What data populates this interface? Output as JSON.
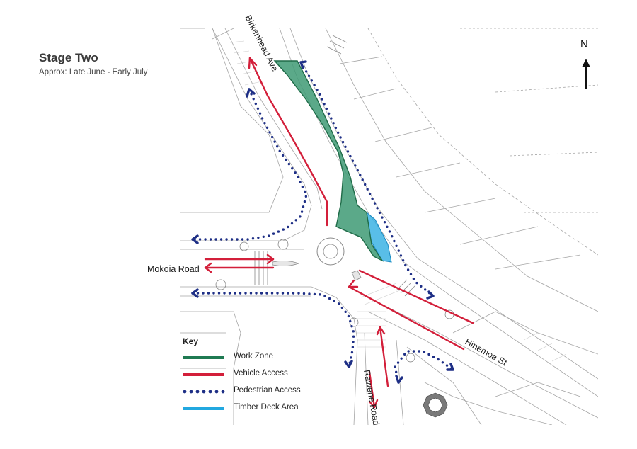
{
  "header": {
    "title": "Stage Two",
    "subtitle": "Approx: Late June - Early July"
  },
  "north_label": "N",
  "streets": {
    "birkenhead": "Birkenhead Ave",
    "mokoia": "Mokoia Road",
    "hinemoa": "Hinemoa St",
    "rawene": "Rawene Road"
  },
  "key": {
    "title": "Key",
    "items": [
      {
        "label": "Work Zone",
        "color": "#1f7a52",
        "style": "line"
      },
      {
        "label": "Vehicle Access",
        "color": "#d31f3a",
        "style": "line"
      },
      {
        "label": "Pedestrian Access",
        "color": "#1e2f86",
        "style": "dots"
      },
      {
        "label": "Timber Deck Area",
        "color": "#22a8e0",
        "style": "line"
      }
    ]
  },
  "colors": {
    "work_zone_fill": "#3e9a74",
    "work_zone_stroke": "#1f6b48",
    "vehicle": "#d31f3a",
    "pedestrian": "#1e2f86",
    "timber_deck": "#22a8e0",
    "linework": "#9a9a9a"
  }
}
